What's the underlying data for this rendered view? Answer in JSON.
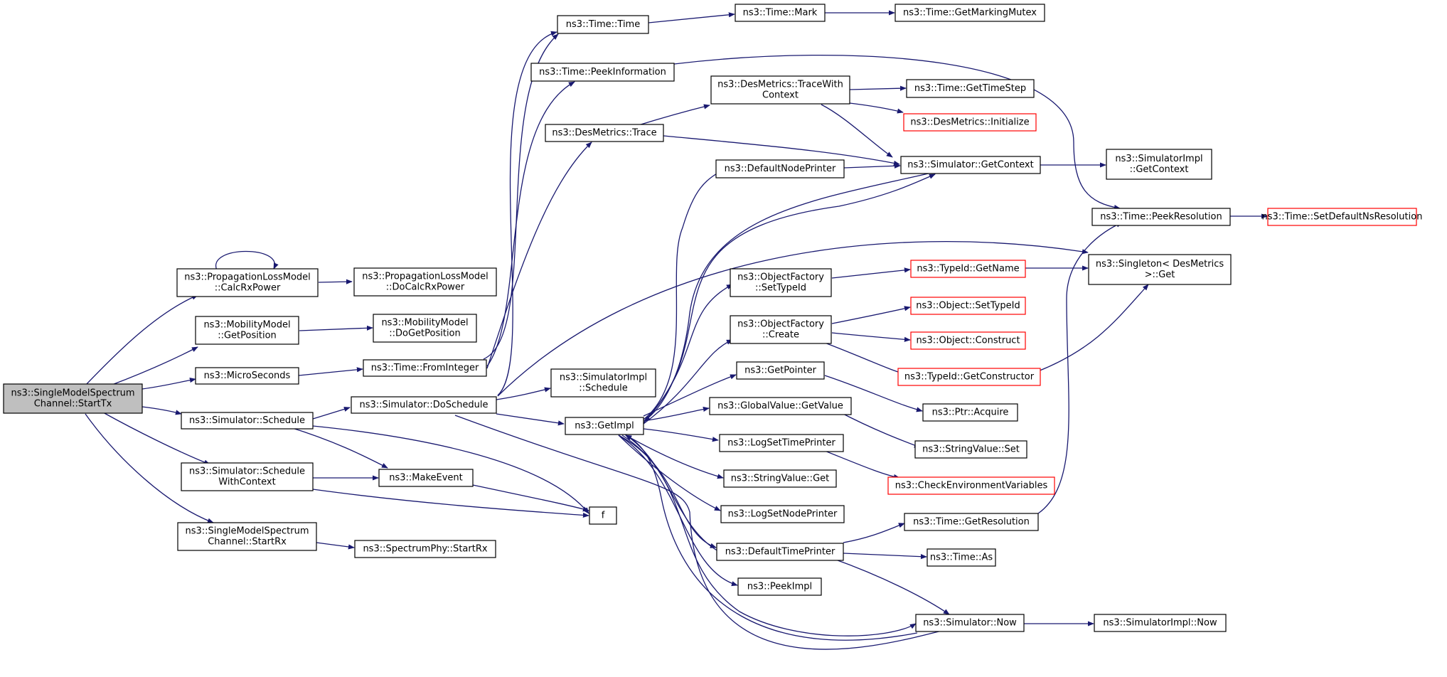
{
  "diagram": {
    "nodes": [
      {
        "id": "root",
        "lines": [
          "ns3::SingleModelSpectrum",
          "Channel::StartTx"
        ],
        "style": "root"
      },
      {
        "id": "calcrx",
        "lines": [
          "ns3::PropagationLossModel",
          "::CalcRxPower"
        ]
      },
      {
        "id": "docalcrx",
        "lines": [
          "ns3::PropagationLossModel",
          "::DoCalcRxPower"
        ]
      },
      {
        "id": "getpos",
        "lines": [
          "ns3::MobilityModel",
          "::GetPosition"
        ]
      },
      {
        "id": "dogetpos",
        "lines": [
          "ns3::MobilityModel",
          "::DoGetPosition"
        ]
      },
      {
        "id": "micro",
        "lines": [
          "ns3::MicroSeconds"
        ]
      },
      {
        "id": "fromint",
        "lines": [
          "ns3::Time::FromInteger"
        ]
      },
      {
        "id": "schedule",
        "lines": [
          "ns3::Simulator::Schedule"
        ]
      },
      {
        "id": "doschedule",
        "lines": [
          "ns3::Simulator::DoSchedule"
        ]
      },
      {
        "id": "simimplsched",
        "lines": [
          "ns3::SimulatorImpl",
          "::Schedule"
        ]
      },
      {
        "id": "schedctx",
        "lines": [
          "ns3::Simulator::Schedule",
          "WithContext"
        ]
      },
      {
        "id": "makeevent",
        "lines": [
          "ns3::MakeEvent"
        ]
      },
      {
        "id": "f",
        "lines": [
          "f"
        ]
      },
      {
        "id": "startrx",
        "lines": [
          "ns3::SingleModelSpectrum",
          "Channel::StartRx"
        ]
      },
      {
        "id": "phystartrx",
        "lines": [
          "ns3::SpectrumPhy::StartRx"
        ]
      },
      {
        "id": "timetime",
        "lines": [
          "ns3::Time::Time"
        ]
      },
      {
        "id": "timemark",
        "lines": [
          "ns3::Time::Mark"
        ]
      },
      {
        "id": "getmarkmutex",
        "lines": [
          "ns3::Time::GetMarkingMutex"
        ]
      },
      {
        "id": "peekinfo",
        "lines": [
          "ns3::Time::PeekInformation"
        ]
      },
      {
        "id": "destrace",
        "lines": [
          "ns3::DesMetrics::Trace"
        ]
      },
      {
        "id": "destracectx",
        "lines": [
          "ns3::DesMetrics::TraceWith",
          "Context"
        ]
      },
      {
        "id": "gettimestep",
        "lines": [
          "ns3::Time::GetTimeStep"
        ]
      },
      {
        "id": "desinit",
        "lines": [
          "ns3::DesMetrics::Initialize"
        ],
        "style": "red"
      },
      {
        "id": "defnodeprinter",
        "lines": [
          "ns3::DefaultNodePrinter"
        ]
      },
      {
        "id": "simgetctx",
        "lines": [
          "ns3::Simulator::GetContext"
        ]
      },
      {
        "id": "simimplgetctx",
        "lines": [
          "ns3::SimulatorImpl",
          "::GetContext"
        ]
      },
      {
        "id": "peekres",
        "lines": [
          "ns3::Time::PeekResolution"
        ]
      },
      {
        "id": "setdefns",
        "lines": [
          "ns3::Time::SetDefaultNsResolution"
        ],
        "style": "red"
      },
      {
        "id": "singletonget",
        "lines": [
          "ns3::Singleton< DesMetrics",
          ">::Get"
        ]
      },
      {
        "id": "ofsettypeid",
        "lines": [
          "ns3::ObjectFactory",
          "::SetTypeId"
        ]
      },
      {
        "id": "typeidgetname",
        "lines": [
          "ns3::TypeId::GetName"
        ],
        "style": "red"
      },
      {
        "id": "ofcreate",
        "lines": [
          "ns3::ObjectFactory",
          "::Create"
        ]
      },
      {
        "id": "objsettypeid",
        "lines": [
          "ns3::Object::SetTypeId"
        ],
        "style": "red"
      },
      {
        "id": "objconstruct",
        "lines": [
          "ns3::Object::Construct"
        ],
        "style": "red"
      },
      {
        "id": "typeidgetctor",
        "lines": [
          "ns3::TypeId::GetConstructor"
        ],
        "style": "red"
      },
      {
        "id": "getpointer",
        "lines": [
          "ns3::GetPointer"
        ]
      },
      {
        "id": "ptracquire",
        "lines": [
          "ns3::Ptr::Acquire"
        ]
      },
      {
        "id": "getimpl",
        "lines": [
          "ns3::GetImpl"
        ]
      },
      {
        "id": "gvgetvalue",
        "lines": [
          "ns3::GlobalValue::GetValue"
        ]
      },
      {
        "id": "svset",
        "lines": [
          "ns3::StringValue::Set"
        ]
      },
      {
        "id": "logsettime",
        "lines": [
          "ns3::LogSetTimePrinter"
        ]
      },
      {
        "id": "checkenv",
        "lines": [
          "ns3::CheckEnvironmentVariables"
        ],
        "style": "red"
      },
      {
        "id": "svget",
        "lines": [
          "ns3::StringValue::Get"
        ]
      },
      {
        "id": "logsetnode",
        "lines": [
          "ns3::LogSetNodePrinter"
        ]
      },
      {
        "id": "deftimeprinter",
        "lines": [
          "ns3::DefaultTimePrinter"
        ]
      },
      {
        "id": "timegetres",
        "lines": [
          "ns3::Time::GetResolution"
        ]
      },
      {
        "id": "timeas",
        "lines": [
          "ns3::Time::As"
        ]
      },
      {
        "id": "peekimpl",
        "lines": [
          "ns3::PeekImpl"
        ]
      },
      {
        "id": "simnow",
        "lines": [
          "ns3::Simulator::Now"
        ]
      },
      {
        "id": "simimplnow",
        "lines": [
          "ns3::SimulatorImpl::Now"
        ]
      }
    ],
    "edge_color": "#191970",
    "node_border": "#000000",
    "red_border": "#ff0000",
    "root_fill": "#bfbfbf"
  }
}
